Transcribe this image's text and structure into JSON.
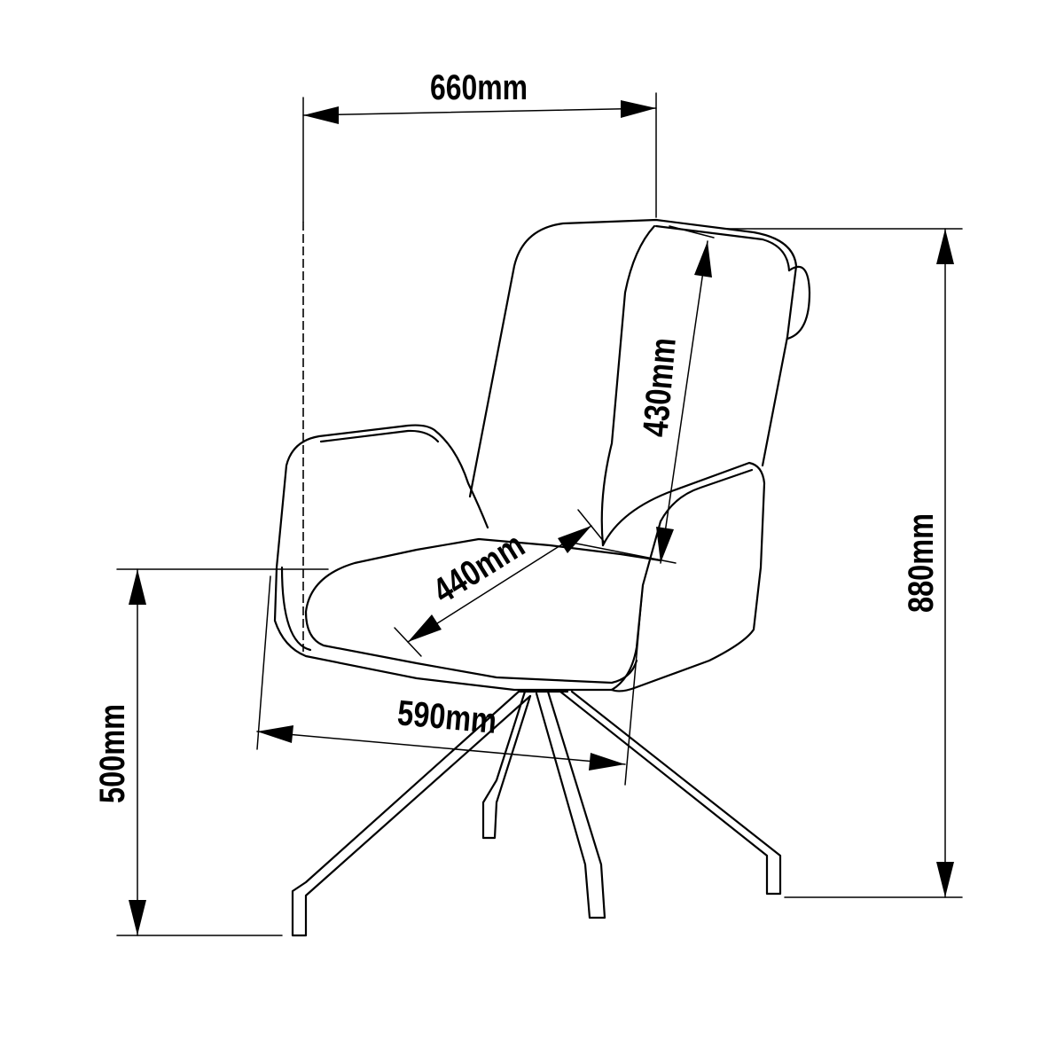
{
  "dimensions": {
    "overall_width": "660mm",
    "backrest_height": "430mm",
    "seat_depth": "440mm",
    "overall_height": "880mm",
    "seat_width": "590mm",
    "seat_height": "500mm"
  },
  "colors": {
    "line": "#000000",
    "background": "#ffffff"
  }
}
